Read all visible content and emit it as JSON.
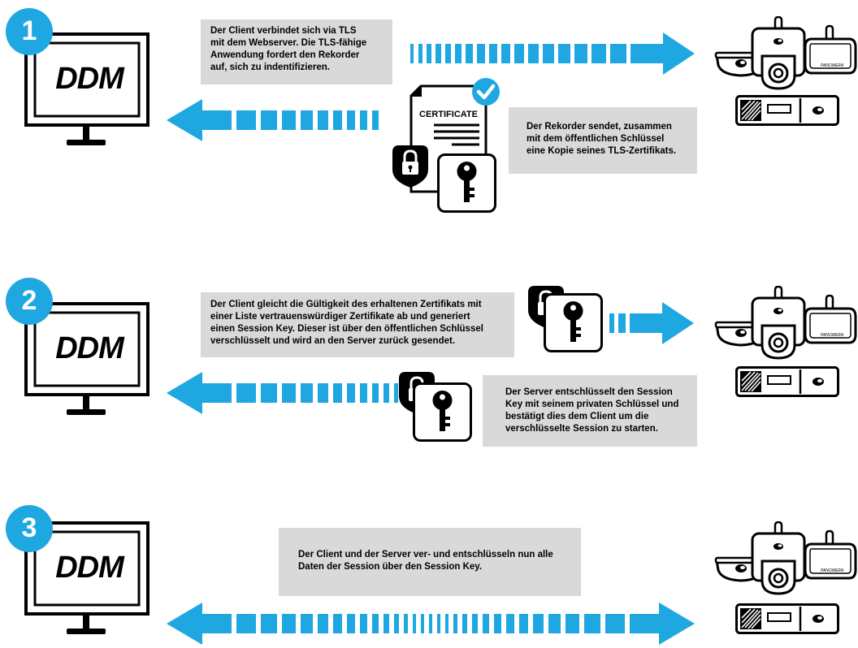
{
  "steps": [
    {
      "number": "1",
      "monitor_label": "DDM",
      "client_text": "Der Client verbindet sich via TLS\nmit dem Webserver. Die TLS-fähige\nAnwendung fordert den Rekorder\n auf, sich zu indentifizieren.",
      "server_text": "Der Rekorder sendet, zusammen\nmit dem öffentlichen Schlüssel\neine Kopie seines TLS-Zertifikats.",
      "certificate_label": "CERTIFICATE"
    },
    {
      "number": "2",
      "monitor_label": "DDM",
      "client_text": "Der Client gleicht die Gültigkeit des erhaltenen Zertifikats mit\neiner Liste vertrauenswürdiger Zertifikate ab und generiert\neinen Session Key. Dieser ist über den öffentlichen Schlüssel\nverschlüsselt und wird an den Server zurück gesendet.",
      "server_text": "Der Server entschlüsselt den Session\nKey mit seinem privaten Schlüssel und\nbestätigt dies dem Client um die\nverschlüsselte Session zu starten."
    },
    {
      "number": "3",
      "monitor_label": "DDM",
      "shared_text": "Der Client und der Server ver- und entschlüsseln nun alle\nDaten der Session über den Session Key."
    }
  ],
  "device_label": "PANOMERA",
  "colors": {
    "accent": "#1ea7e0",
    "box": "#d9d9d9",
    "ink": "#000000"
  }
}
